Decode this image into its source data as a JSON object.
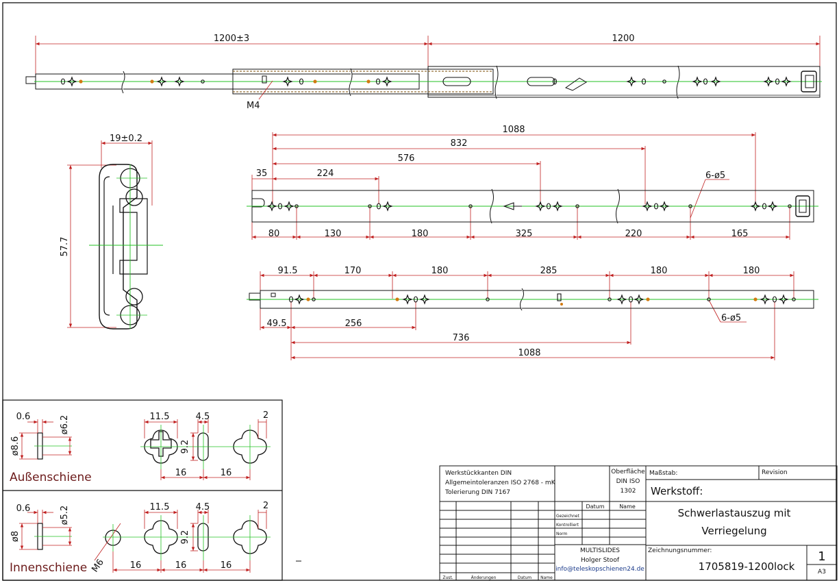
{
  "rail_top": {
    "overall_left": "1200±3",
    "overall_right": "1200",
    "thread_label": "M4"
  },
  "profile": {
    "width": "19±0.2",
    "height": "57.7"
  },
  "rail_middle": {
    "top_dims": [
      "1088",
      "832",
      "576",
      "224",
      "35"
    ],
    "bottom_dims": [
      "80",
      "130",
      "180",
      "325",
      "220",
      "165"
    ],
    "holes": "6-ø5"
  },
  "rail_bottom": {
    "top_dims": [
      "91.5",
      "170",
      "180",
      "285",
      "180",
      "180"
    ],
    "bottom_dims": [
      "49.5",
      "256",
      "736",
      "1088"
    ],
    "holes": "6-ø5"
  },
  "details": {
    "outer": {
      "label": "Außenschiene",
      "thickness": "0.6",
      "d_inner": "ø6.2",
      "d_outer": "ø8.6",
      "w1": "11.5",
      "w2": "4.5",
      "w3": "2",
      "h": "9.2",
      "p1": "16",
      "p2": "16"
    },
    "inner": {
      "label": "Innenschiene",
      "thickness": "0.6",
      "d_inner": "ø5.2",
      "d_outer": "ø8",
      "thread": "M6",
      "w1": "11.5",
      "w2": "4.5",
      "w3": "2",
      "h": "9.2",
      "p0": "16",
      "p1": "16",
      "p2": "16"
    }
  },
  "title_block": {
    "notes": [
      "Werkstückkanten DIN",
      "Allgemeintoleranzen ISO 2768 - mK",
      "Tolerierung DIN 7167"
    ],
    "surface_label": "Oberfläche",
    "surface_std1": "DIN ISO",
    "surface_std2": "1302",
    "scale_label": "Maßstab:",
    "revision_label": "Revision",
    "material_label": "Werkstoff:",
    "col_date": "Datum",
    "col_name": "Name",
    "row_drawn": "Gezeichnet",
    "row_checked": "Kontrolliert",
    "row_norm": "Norm",
    "title_line1": "Schwerlastauszug mit",
    "title_line2": "Verriegelung",
    "company1": "MULTISLIDES",
    "company2": "Holger Stoof",
    "email": "info@teleskopschienen24.de",
    "drawing_no_label": "Zeichnungsnummer:",
    "drawing_no": "1705819-1200lock",
    "sheet_no": "1",
    "format": "A3",
    "foot_zust": "Zust.",
    "foot_changes": "Änderungen",
    "foot_date": "Datum",
    "foot_name": "Name"
  }
}
